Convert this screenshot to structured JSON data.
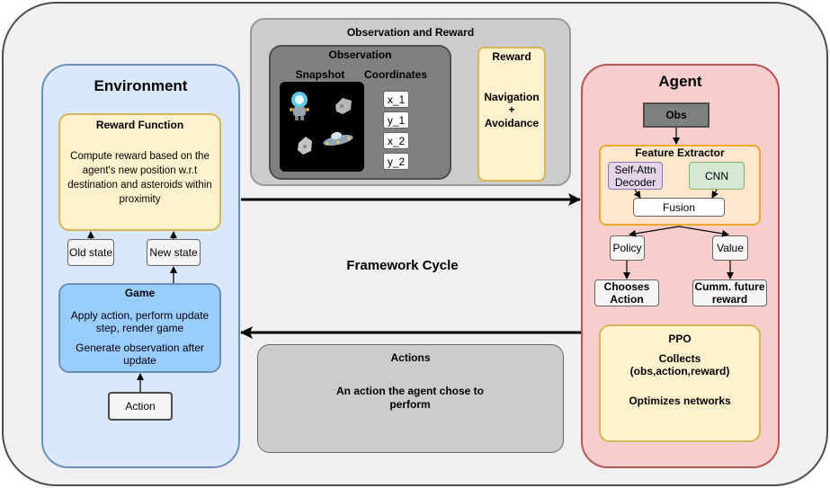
{
  "environment": {
    "title": "Environment",
    "reward_function": {
      "title": "Reward Function",
      "body": "Compute reward based on the agent's new position w.r.t destination and asteroids within proximity"
    },
    "old_state": "Old state",
    "new_state": "New state",
    "game": {
      "title": "Game",
      "line1": "Apply action, perform update step, render game",
      "line2": "Generate observation after update"
    },
    "action": "Action"
  },
  "observation_reward": {
    "title": "Observation and Reward",
    "observation": {
      "title": "Observation",
      "snapshot_label": "Snapshot",
      "coordinates_label": "Coordinates",
      "coordinates": [
        "x_1",
        "y_1",
        "x_2",
        "y_2"
      ]
    },
    "reward": {
      "title": "Reward",
      "line1": "Navigation",
      "line2": "+",
      "line3": "Avoidance"
    }
  },
  "center": {
    "cycle_label": "Framework Cycle",
    "actions": {
      "title": "Actions",
      "body": "An action the agent chose to perform"
    }
  },
  "agent": {
    "title": "Agent",
    "obs": "Obs",
    "feature_extractor": {
      "title": "Feature Extractor",
      "self_attn": "Self-Attn Decoder",
      "cnn": "CNN",
      "fusion": "Fusion"
    },
    "policy": "Policy",
    "value": "Value",
    "chooses_action": "Chooses Action",
    "cumm_reward": "Cumm. future reward",
    "ppo": {
      "title": "PPO",
      "collects": "Collects",
      "tuple": "(obs,action,reward)",
      "optimizes": "Optimizes networks"
    }
  },
  "colors": {
    "env_fill": "#dae8fc",
    "agent_fill": "#f8cecc",
    "yellow_fill": "#fff2cc",
    "game_fill": "#99ccff",
    "cnn_fill": "#d5e8d4",
    "self_attn_fill": "#e1d5e7",
    "obs_fill": "#808080"
  }
}
